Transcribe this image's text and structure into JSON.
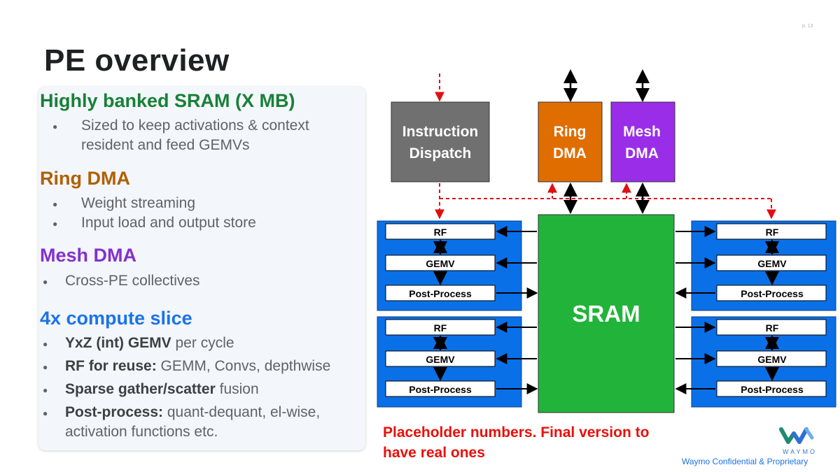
{
  "slide": {
    "page_number": "p. 13",
    "title": "PE overview",
    "confidential": "Waymo Confidential & Proprietary",
    "logo_word": "WAYMO"
  },
  "sections": {
    "sram": {
      "heading": "Highly banked SRAM (X MB)",
      "heading_color": "#188038",
      "bullet_1_line_1": "Sized to keep activations & context",
      "bullet_1_line_2": "resident and feed GEMVs"
    },
    "ring_dma": {
      "heading": "Ring DMA",
      "heading_color": "#b06000",
      "bullet_1": "Weight streaming",
      "bullet_2": "Input load and output store"
    },
    "mesh_dma": {
      "heading": "Mesh DMA",
      "heading_color": "#8430ce",
      "bullet_1": "Cross-PE collectives"
    },
    "compute": {
      "heading": "4x compute slice",
      "heading_color": "#1a73e8",
      "bullets": [
        {
          "bold": "YxZ (int) GEMV",
          "rest": " per cycle"
        },
        {
          "bold": "RF for reuse:",
          "rest": " GEMM, Convs, depthwise"
        },
        {
          "bold": "Sparse gather/scatter",
          "rest": " fusion"
        },
        {
          "bold": "Post-process:",
          "rest": " quant-dequant, el-wise,",
          "line_2": "activation functions etc."
        }
      ]
    }
  },
  "diagram": {
    "instruction_dispatch": [
      "Instruction",
      "Dispatch"
    ],
    "ring_dma": [
      "Ring",
      "DMA"
    ],
    "mesh_dma": [
      "Mesh",
      "DMA"
    ],
    "sram": "SRAM",
    "slice_rows": [
      "RF",
      "GEMV",
      "Post-Process"
    ],
    "colors": {
      "instruction": "#707070",
      "ring": "#e06d00",
      "mesh": "#9a2ee8",
      "sram": "#22b33a",
      "slice": "#0a70e8",
      "control_arrow": "#e01010"
    }
  },
  "note": {
    "line_1": "Placeholder numbers. Final version to",
    "line_2": "have real ones"
  }
}
